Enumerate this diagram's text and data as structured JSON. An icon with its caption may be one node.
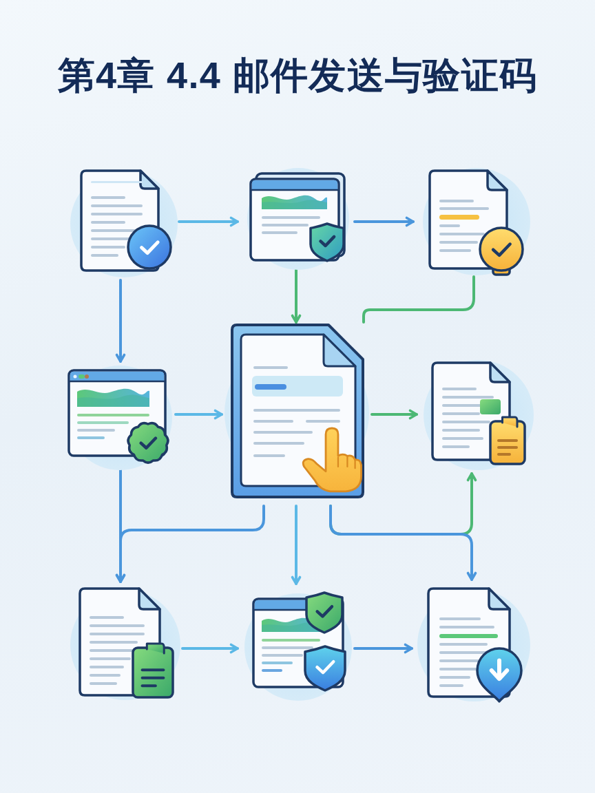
{
  "diagram": {
    "title": "第4章 4.4 邮件发送与验证码",
    "nodes": [
      {
        "text": [],
        "shape": "picture"
      },
      {
        "text": [],
        "shape": "picture"
      },
      {
        "text": [],
        "shape": "picture"
      },
      {
        "text": [],
        "shape": "picture"
      },
      {
        "text": [],
        "shape": "picture"
      },
      {
        "text": [],
        "shape": "picture"
      },
      {
        "text": [],
        "shape": "picture"
      },
      {
        "text": [],
        "shape": "picture"
      },
      {
        "text": [],
        "shape": "picture"
      }
    ],
    "edges": [
      {
        "from": 0,
        "to": 1,
        "arrow": "to",
        "color": "#5bb8e6"
      },
      {
        "from": 1,
        "to": 2,
        "arrow": "to"
      },
      {
        "from": 0,
        "to": 3,
        "arrow": "to"
      },
      {
        "from": 1,
        "to": 4,
        "arrow": "to",
        "color": "#4cb874"
      },
      {
        "from": 2,
        "to": 4,
        "arrow": "none",
        "color": "#4cb874"
      },
      {
        "from": 3,
        "to": 4,
        "arrow": "to",
        "color": "#5bb8e6"
      },
      {
        "from": 4,
        "to": 5,
        "arrow": "to",
        "color": "#4cb874"
      },
      {
        "from": 3,
        "to": 6,
        "arrow": "to"
      },
      {
        "from": 4,
        "to": 6,
        "arrow": "to"
      },
      {
        "from": 4,
        "to": 7,
        "arrow": "to",
        "color": "#5bb8e6"
      },
      {
        "from": 4,
        "to": 5,
        "arrow": "to",
        "color": "#4cb874"
      },
      {
        "from": 4,
        "to": 8,
        "arrow": "to"
      },
      {
        "from": 6,
        "to": 7,
        "arrow": "to",
        "color": "#5bb8e6"
      },
      {
        "from": 7,
        "to": 8,
        "arrow": "to"
      }
    ]
  }
}
